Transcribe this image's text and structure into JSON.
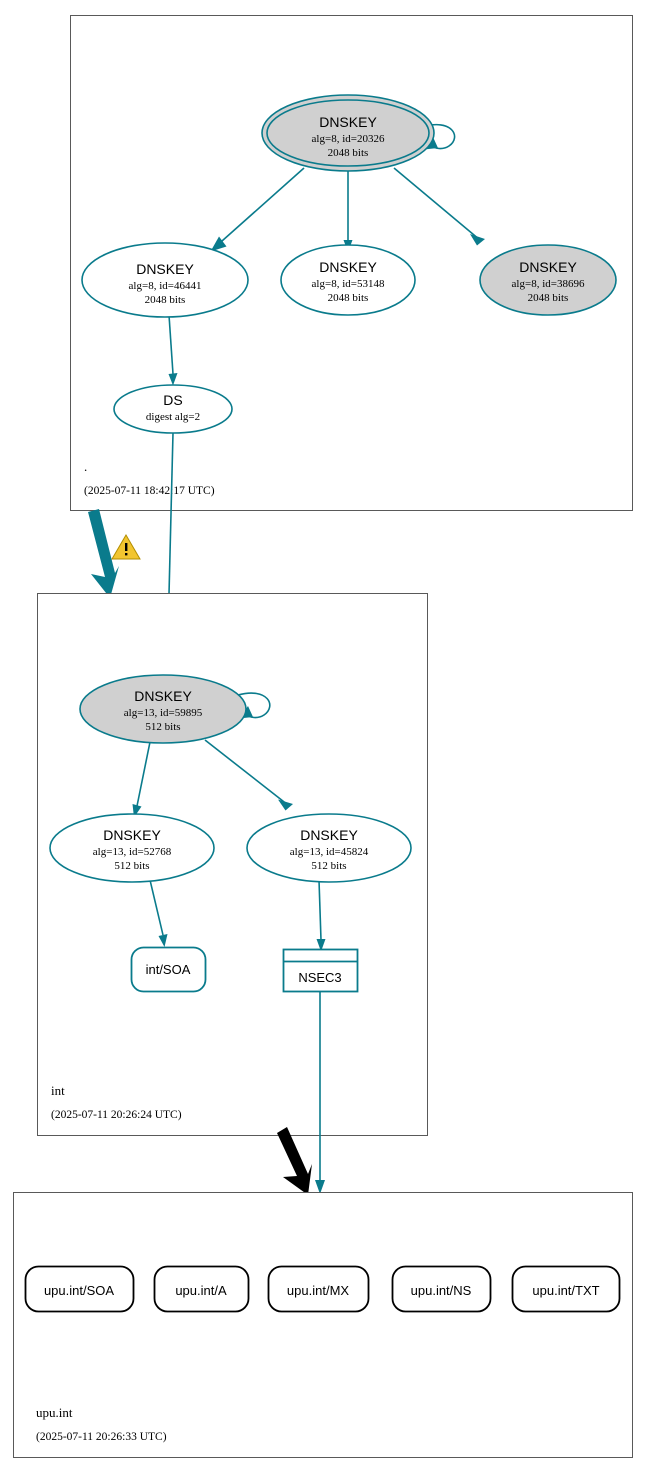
{
  "diagram": {
    "title": "DNSSEC authentication chain for upu.int",
    "accent_color": "#0a7b8c",
    "secure_fill": "#d0d0d0",
    "plain_fill": "#ffffff",
    "warning_color": "#f2c530"
  },
  "zones": [
    {
      "id": "root",
      "name": ".",
      "timestamp": "(2025-07-11 18:42:17 UTC)",
      "nodes": [
        {
          "id": "ksk-20326",
          "type": "DNSKEY",
          "title": "DNSKEY",
          "line2": "alg=8, id=20326",
          "line3": "2048 bits",
          "fill": "gray",
          "shape": "double-ellipse",
          "self_signed": true
        },
        {
          "id": "zsk-46441",
          "type": "DNSKEY",
          "title": "DNSKEY",
          "line2": "alg=8, id=46441",
          "line3": "2048 bits",
          "fill": "white",
          "shape": "ellipse",
          "self_signed": false
        },
        {
          "id": "zsk-53148",
          "type": "DNSKEY",
          "title": "DNSKEY",
          "line2": "alg=8, id=53148",
          "line3": "2048 bits",
          "fill": "white",
          "shape": "ellipse",
          "self_signed": false
        },
        {
          "id": "zsk-38696",
          "type": "DNSKEY",
          "title": "DNSKEY",
          "line2": "alg=8, id=38696",
          "line3": "2048 bits",
          "fill": "gray",
          "shape": "ellipse",
          "self_signed": false
        },
        {
          "id": "ds-int",
          "type": "DS",
          "title": "DS",
          "line2": "digest alg=2",
          "line3": "",
          "fill": "white",
          "shape": "ellipse",
          "self_signed": false
        }
      ]
    },
    {
      "id": "int",
      "name": "int",
      "timestamp": "(2025-07-11 20:26:24 UTC)",
      "nodes": [
        {
          "id": "int-ksk-59895",
          "type": "DNSKEY",
          "title": "DNSKEY",
          "line2": "alg=13, id=59895",
          "line3": "512 bits",
          "fill": "gray",
          "shape": "ellipse",
          "self_signed": true
        },
        {
          "id": "int-zsk-52768",
          "type": "DNSKEY",
          "title": "DNSKEY",
          "line2": "alg=13, id=52768",
          "line3": "512 bits",
          "fill": "white",
          "shape": "ellipse",
          "self_signed": false
        },
        {
          "id": "int-zsk-45824",
          "type": "DNSKEY",
          "title": "DNSKEY",
          "line2": "alg=13, id=45824",
          "line3": "512 bits",
          "fill": "white",
          "shape": "ellipse",
          "self_signed": false
        },
        {
          "id": "int-soa",
          "type": "RRset",
          "title": "int/SOA",
          "line2": "",
          "line3": "",
          "fill": "white",
          "shape": "rounded-rect-teal",
          "self_signed": false
        },
        {
          "id": "int-nsec3",
          "type": "NSEC3",
          "title": "NSEC3",
          "line2": "",
          "line3": "",
          "fill": "white",
          "shape": "nsec-rect",
          "self_signed": false
        }
      ]
    },
    {
      "id": "upu-int",
      "name": "upu.int",
      "timestamp": "(2025-07-11 20:26:33 UTC)",
      "nodes": [
        {
          "id": "upu-soa",
          "type": "RRset",
          "title": "upu.int/SOA",
          "line2": "",
          "line3": "",
          "fill": "white",
          "shape": "rounded-rect-black",
          "self_signed": false
        },
        {
          "id": "upu-a",
          "type": "RRset",
          "title": "upu.int/A",
          "line2": "",
          "line3": "",
          "fill": "white",
          "shape": "rounded-rect-black",
          "self_signed": false
        },
        {
          "id": "upu-mx",
          "type": "RRset",
          "title": "upu.int/MX",
          "line2": "",
          "line3": "",
          "fill": "white",
          "shape": "rounded-rect-black",
          "self_signed": false
        },
        {
          "id": "upu-ns",
          "type": "RRset",
          "title": "upu.int/NS",
          "line2": "",
          "line3": "",
          "fill": "white",
          "shape": "rounded-rect-black",
          "self_signed": false
        },
        {
          "id": "upu-txt",
          "type": "RRset",
          "title": "upu.int/TXT",
          "line2": "",
          "line3": "",
          "fill": "white",
          "shape": "rounded-rect-black",
          "self_signed": false
        }
      ]
    }
  ],
  "delegations": [
    {
      "id": "root-to-int",
      "from": "root",
      "to": "int",
      "style": "thick-teal",
      "has_warning": true
    },
    {
      "id": "int-to-upu",
      "from": "int",
      "to": "upu.int",
      "style": "thick-black",
      "has_warning": false
    }
  ],
  "warnings": [
    {
      "id": "delegation-warning",
      "glyph": "!",
      "for": "root-to-int"
    }
  ]
}
